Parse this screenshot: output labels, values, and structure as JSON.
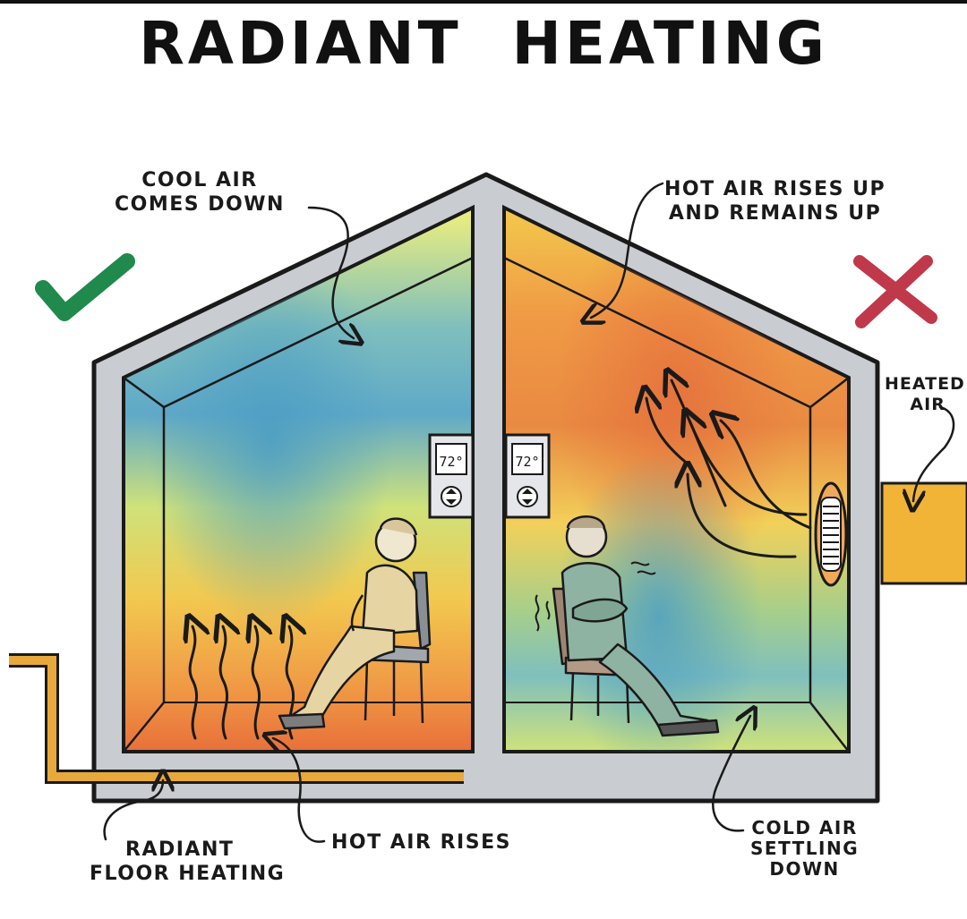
{
  "title": {
    "word1": "RADIANT",
    "word2": "HEATING"
  },
  "labels": {
    "cool_air_line1": "COOL AIR",
    "cool_air_line2": "COMES DOWN",
    "hot_air_up_line1": "HOT AIR RISES UP",
    "hot_air_up_line2": "AND REMAINS UP",
    "heated_air_line1": "HEATED",
    "heated_air_line2": "AIR",
    "radiant_floor_line1": "RADIANT",
    "radiant_floor_line2": "FLOOR HEATING",
    "hot_air_rises": "HOT AIR RISES",
    "cold_air_line1": "COLD AIR",
    "cold_air_line2": "SETTLING",
    "cold_air_line3": "DOWN"
  },
  "thermostats": {
    "left_reading": "72°",
    "right_reading": "72°"
  },
  "icons": {
    "left_verdict": "check-icon",
    "right_verdict": "cross-icon"
  },
  "colors": {
    "check": "#1f8a4c",
    "cross": "#c0394a",
    "wall": "#c9ccd1",
    "hot": "#e8703a",
    "warm": "#f2c94c",
    "cool": "#4d9ec4",
    "pipe": "#e7a93c"
  }
}
